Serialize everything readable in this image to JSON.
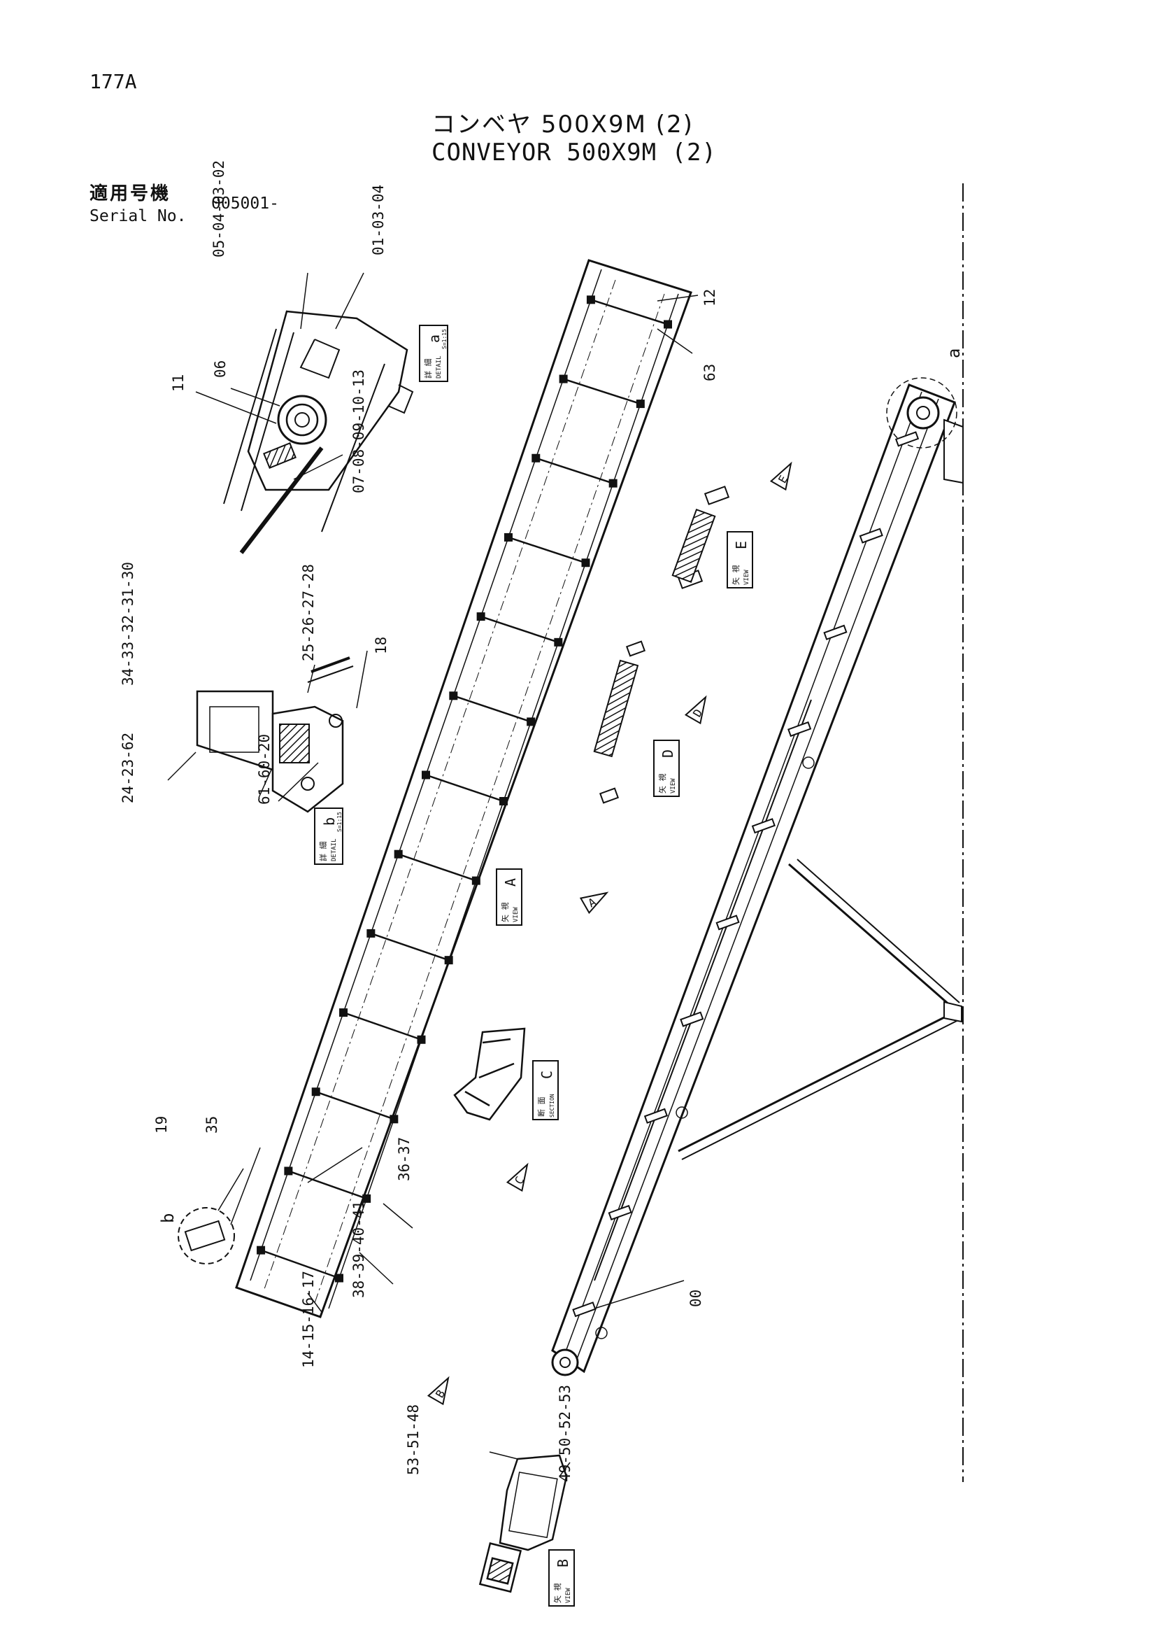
{
  "header": {
    "page_number": "177A",
    "title_jp": "コンベヤ 500X9M (2)",
    "title_en": "CONVEYOR 500X9M (2)",
    "serial_label_jp": "適用号機",
    "serial_label_en": "Serial No.",
    "serial_value": "005001-"
  },
  "callouts": {
    "detail_a_group_top_left": "05-04-03-02",
    "detail_a_group_top_right": "01-03-04",
    "detail_a_group_right": "07-08-09-10-13",
    "detail_a_06": "06",
    "detail_a_11": "11",
    "detail_b_group_top": "34-33-32-31-30",
    "detail_b_group_top2": "25-26-27-28",
    "detail_b_18": "18",
    "detail_b_group_left": "24-23-62",
    "detail_b_group_bottom": "61-60-20",
    "main_12": "12",
    "main_63": "63",
    "main_19": "19",
    "main_35": "35",
    "main_36_37": "36-37",
    "main_38_41": "38-39-40-41",
    "main_14_17": "14-15-16-17",
    "main_00": "00",
    "view_b_group_left": "53-51-48",
    "view_b_group_right": "49-50-52-53",
    "detail_a_marker": "a",
    "detail_b_marker": "b"
  },
  "labels": {
    "detail_a": {
      "jp": "詳 細",
      "en": "DETAIL",
      "letter": "a",
      "scale": "S=1:15"
    },
    "detail_b": {
      "jp": "詳 細",
      "en": "DETAIL",
      "letter": "b",
      "scale": "S=1:15"
    },
    "view_a": {
      "jp": "矢 視",
      "en": "VIEW",
      "letter": "A"
    },
    "view_b": {
      "jp": "矢 視",
      "en": "VIEW",
      "letter": "B"
    },
    "view_d": {
      "jp": "矢 視",
      "en": "VIEW",
      "letter": "D"
    },
    "view_e": {
      "jp": "矢 視",
      "en": "VIEW",
      "letter": "E"
    },
    "section_c": {
      "jp": "断 面",
      "en": "SECTION",
      "letter": "C"
    }
  },
  "arrow_markers": [
    "A",
    "B",
    "C",
    "D",
    "E"
  ]
}
